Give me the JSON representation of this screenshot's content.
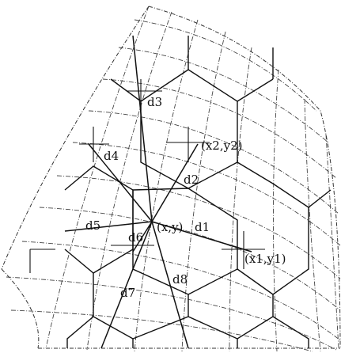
{
  "figure": {
    "labels": {
      "d1": "d1",
      "d2": "d2",
      "d3": "d3",
      "d4": "d4",
      "d5": "d5",
      "d6": "d6",
      "d7": "d7",
      "d8": "d8",
      "center_point": "(x,y)",
      "point_1": "(x1,y1)",
      "point_2": "(x2,y2)"
    },
    "colors": {
      "ink": "#111111",
      "mesh": "#444444",
      "background": "#ffffff"
    }
  }
}
